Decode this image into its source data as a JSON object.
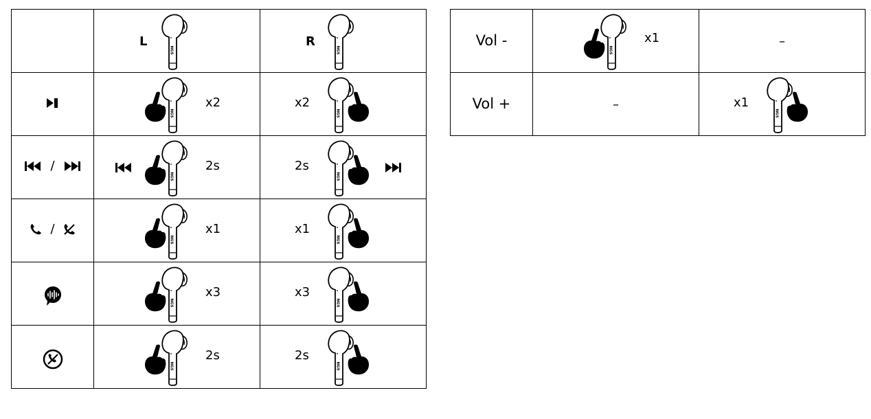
{
  "headers": {
    "left": "L",
    "right": "R"
  },
  "rows": [
    {
      "function_icon": "play-pause-icon",
      "left_text": "x2",
      "right_text": "x2"
    },
    {
      "function_icon": "prev-next-track-icon",
      "separator": "/",
      "left_text": "2s",
      "right_text": "2s"
    },
    {
      "function_icon": "answer-hangup-call-icon",
      "separator": "/",
      "left_text": "x1",
      "right_text": "x1"
    },
    {
      "function_icon": "voice-assistant-icon",
      "left_text": "x3",
      "right_text": "x3"
    },
    {
      "function_icon": "reject-call-icon",
      "left_text": "2s",
      "right_text": "2s"
    }
  ],
  "volume": [
    {
      "label": "Vol -",
      "left_text": "x1",
      "right_text": "–"
    },
    {
      "label": "Vol +",
      "left_text": "–",
      "right_text": "x1"
    }
  ],
  "brand_text": "NGS"
}
